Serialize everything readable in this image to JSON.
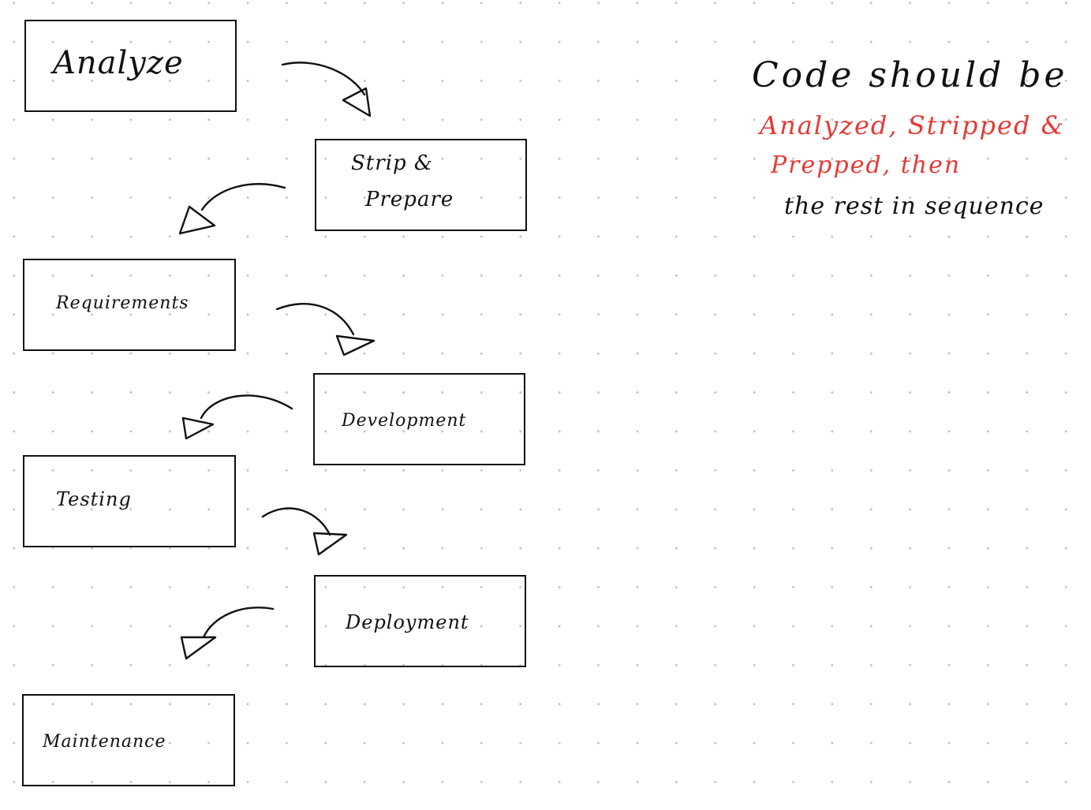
{
  "steps": [
    {
      "id": "analyze",
      "label": "Analyze"
    },
    {
      "id": "strip",
      "label_line1": "Strip &",
      "label_line2": "Prepare"
    },
    {
      "id": "requirements",
      "label": "Requirements"
    },
    {
      "id": "development",
      "label": "Development"
    },
    {
      "id": "testing",
      "label": "Testing"
    },
    {
      "id": "deployment",
      "label": "Deployment"
    },
    {
      "id": "maintenance",
      "label": "Maintenance"
    }
  ],
  "note": {
    "line1": "Code should be",
    "line2": "Analyzed, Stripped &",
    "line3": "Prepped, then",
    "line4": "the rest in sequence"
  },
  "colors": {
    "ink": "#111111",
    "accent": "#e53935",
    "dot_grid": "#c4c4c4"
  }
}
